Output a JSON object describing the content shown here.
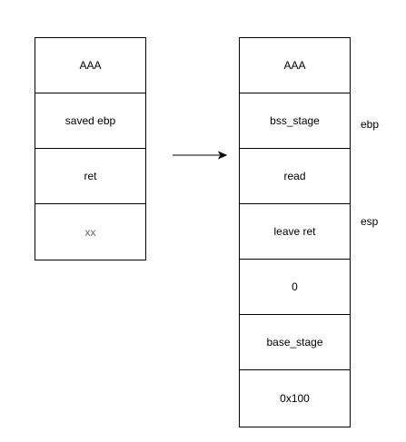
{
  "left_stack": {
    "cells": [
      "AAA",
      "saved ebp",
      "ret",
      "xx"
    ]
  },
  "right_stack": {
    "cells": [
      "AAA",
      "bss_stage",
      "read",
      "leave ret",
      "0",
      "base_stage",
      "0x100"
    ]
  },
  "pointers": {
    "ebp": "ebp",
    "esp": "esp"
  },
  "colors": {
    "border": "#000000",
    "text": "#000000",
    "muted_text": "#666666"
  }
}
